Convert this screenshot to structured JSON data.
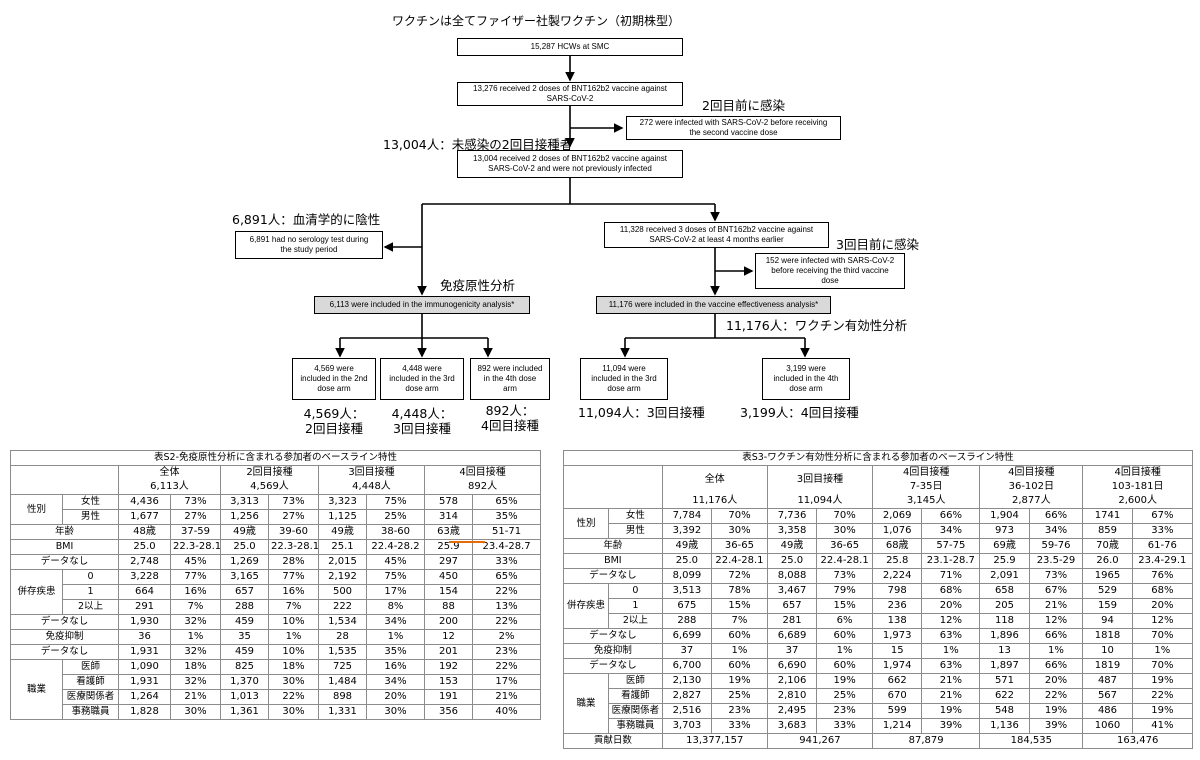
{
  "flow": {
    "header": "ワクチンは全てファイザー社製ワクチン（初期株型）",
    "box1": "15,287 HCWs at SMC",
    "box2": "13,276 received 2 doses of BNT162b2 vaccine against\nSARS-CoV-2",
    "box_excl1": "272 were infected with SARS-CoV-2 before receiving\nthe second vaccine dose",
    "box3": "13,004 received 2 doses of BNT162b2 vaccine against\nSARS-CoV-2 and were not previously infected",
    "box_noserology": "6,891 had no serology test during\nthe study period",
    "box_3dose": "11,328 received 3 doses of BNT162b2 vaccine against\nSARS-CoV-2 at least 4 months earlier",
    "box_excl2": "152 were infected with SARS-CoV-2\nbefore receiving the third vaccine\ndose",
    "box_immuno": "6,113 were included in the immunogenicity analysis*",
    "box_ve": "11,176 were included in the vaccine effectiveness analysis*",
    "arm_2nd": "4,569 were\nincluded in the 2nd\ndose arm",
    "arm_3rd_i": "4,448 were\nincluded in the 3rd\ndose arm",
    "arm_4th_i": "892 were included\nin the 4th dose\narm",
    "arm_3rd_v": "11,094 were\nincluded in the 3rd\ndose arm",
    "arm_4th_v": "3,199 were\nincluded in the 4th\ndose arm",
    "jp_infect2": "2回目前に感染",
    "jp_13004": "13,004人：未感染の2回目接種者",
    "jp_6891": "6,891人：血清学的に陰性",
    "jp_infect3": "3回目前に感染",
    "jp_immuno": "免疫原性分析",
    "jp_11176": "11,176人：ワクチン有効性分析",
    "jp_arm1": "4,569人：\n2回目接種",
    "jp_arm2": "4,448人：\n3回目接種",
    "jp_arm3": "892人：\n4回目接種",
    "jp_arm4": "11,094人：3回目接種",
    "jp_arm5": "3,199人：4回目接種"
  },
  "tableS2": {
    "title": "表S2-免疫原性分析に含まれる参加者のベースライン特性",
    "groups": [
      "全体",
      "2回目接種",
      "3回目接種",
      "4回目接種"
    ],
    "ns": [
      "6,113人",
      "4,569人",
      "4,448人",
      "892人"
    ],
    "rows": [
      {
        "cat": "性別",
        "sub": "女性",
        "v": [
          "4,436",
          "73%",
          "3,313",
          "73%",
          "3,323",
          "75%",
          "578",
          "65%"
        ]
      },
      {
        "cat": "",
        "sub": "男性",
        "v": [
          "1,677",
          "27%",
          "1,256",
          "27%",
          "1,125",
          "25%",
          "314",
          "35%"
        ]
      },
      {
        "cat": "年齢",
        "sub": "",
        "v": [
          "48歳",
          "37-59",
          "49歳",
          "39-60",
          "49歳",
          "38-60",
          "63歳",
          "51-71"
        ]
      },
      {
        "cat": "BMI",
        "sub": "",
        "v": [
          "25.0",
          "22.3-28.1",
          "25.0",
          "22.3-28.1",
          "25.1",
          "22.4-28.2",
          "25.9",
          "23.4-28.7"
        ]
      },
      {
        "cat": "データなし",
        "sub": "",
        "v": [
          "2,748",
          "45%",
          "1,269",
          "28%",
          "2,015",
          "45%",
          "297",
          "33%"
        ]
      },
      {
        "cat": "併存疾患",
        "sub": "0",
        "v": [
          "3,228",
          "77%",
          "3,165",
          "77%",
          "2,192",
          "75%",
          "450",
          "65%"
        ]
      },
      {
        "cat": "",
        "sub": "1",
        "v": [
          "664",
          "16%",
          "657",
          "16%",
          "500",
          "17%",
          "154",
          "22%"
        ]
      },
      {
        "cat": "",
        "sub": "2以上",
        "v": [
          "291",
          "7%",
          "288",
          "7%",
          "222",
          "8%",
          "88",
          "13%"
        ]
      },
      {
        "cat": "データなし",
        "sub": "",
        "v": [
          "1,930",
          "32%",
          "459",
          "10%",
          "1,534",
          "34%",
          "200",
          "22%"
        ]
      },
      {
        "cat": "免疫抑制",
        "sub": "",
        "v": [
          "36",
          "1%",
          "35",
          "1%",
          "28",
          "1%",
          "12",
          "2%"
        ]
      },
      {
        "cat": "データなし",
        "sub": "",
        "v": [
          "1,931",
          "32%",
          "459",
          "10%",
          "1,535",
          "35%",
          "201",
          "23%"
        ]
      },
      {
        "cat": "職業",
        "sub": "医師",
        "v": [
          "1,090",
          "18%",
          "825",
          "18%",
          "725",
          "16%",
          "192",
          "22%"
        ]
      },
      {
        "cat": "",
        "sub": "看護師",
        "v": [
          "1,931",
          "32%",
          "1,370",
          "30%",
          "1,484",
          "34%",
          "153",
          "17%"
        ]
      },
      {
        "cat": "",
        "sub": "医療関係者",
        "v": [
          "1,264",
          "21%",
          "1,013",
          "22%",
          "898",
          "20%",
          "191",
          "21%"
        ]
      },
      {
        "cat": "",
        "sub": "事務職員",
        "v": [
          "1,828",
          "30%",
          "1,361",
          "30%",
          "1,331",
          "30%",
          "356",
          "40%"
        ]
      }
    ]
  },
  "tableS3": {
    "title": "表S3-ワクチン有効性分析に含まれる参加者のベースライン特性",
    "groups": [
      "全体",
      "3回目接種",
      "4回目接種",
      "4回目接種",
      "4回目接種"
    ],
    "periods": [
      "",
      "",
      "7-35日",
      "36-102日",
      "103-181日"
    ],
    "ns": [
      "11,176人",
      "11,094人",
      "3,145人",
      "2,877人",
      "2,600人"
    ],
    "rows": [
      {
        "cat": "性別",
        "sub": "女性",
        "v": [
          "7,784",
          "70%",
          "7,736",
          "70%",
          "2,069",
          "66%",
          "1,904",
          "66%",
          "1741",
          "67%"
        ]
      },
      {
        "cat": "",
        "sub": "男性",
        "v": [
          "3,392",
          "30%",
          "3,358",
          "30%",
          "1,076",
          "34%",
          "973",
          "34%",
          "859",
          "33%"
        ]
      },
      {
        "cat": "年齢",
        "sub": "",
        "v": [
          "49歳",
          "36-65",
          "49歳",
          "36-65",
          "68歳",
          "57-75",
          "69歳",
          "59-76",
          "70歳",
          "61-76"
        ]
      },
      {
        "cat": "BMI",
        "sub": "",
        "v": [
          "25.0",
          "22.4-28.1",
          "25.0",
          "22.4-28.1",
          "25.8",
          "23.1-28.7",
          "25.9",
          "23.5-29",
          "26.0",
          "23.4-29.1"
        ]
      },
      {
        "cat": "データなし",
        "sub": "",
        "v": [
          "8,099",
          "72%",
          "8,088",
          "73%",
          "2,224",
          "71%",
          "2,091",
          "73%",
          "1965",
          "76%"
        ]
      },
      {
        "cat": "併存疾患",
        "sub": "0",
        "v": [
          "3,513",
          "78%",
          "3,467",
          "79%",
          "798",
          "68%",
          "658",
          "67%",
          "529",
          "68%"
        ]
      },
      {
        "cat": "",
        "sub": "1",
        "v": [
          "675",
          "15%",
          "657",
          "15%",
          "236",
          "20%",
          "205",
          "21%",
          "159",
          "20%"
        ]
      },
      {
        "cat": "",
        "sub": "2以上",
        "v": [
          "288",
          "7%",
          "281",
          "6%",
          "138",
          "12%",
          "118",
          "12%",
          "94",
          "12%"
        ]
      },
      {
        "cat": "データなし",
        "sub": "",
        "v": [
          "6,699",
          "60%",
          "6,689",
          "60%",
          "1,973",
          "63%",
          "1,896",
          "66%",
          "1818",
          "70%"
        ]
      },
      {
        "cat": "免疫抑制",
        "sub": "",
        "v": [
          "37",
          "1%",
          "37",
          "1%",
          "15",
          "1%",
          "13",
          "1%",
          "10",
          "1%"
        ]
      },
      {
        "cat": "データなし",
        "sub": "",
        "v": [
          "6,700",
          "60%",
          "6,690",
          "60%",
          "1,974",
          "63%",
          "1,897",
          "66%",
          "1819",
          "70%"
        ]
      },
      {
        "cat": "職業",
        "sub": "医師",
        "v": [
          "2,130",
          "19%",
          "2,106",
          "19%",
          "662",
          "21%",
          "571",
          "20%",
          "487",
          "19%"
        ]
      },
      {
        "cat": "",
        "sub": "看護師",
        "v": [
          "2,827",
          "25%",
          "2,810",
          "25%",
          "670",
          "21%",
          "622",
          "22%",
          "567",
          "22%"
        ]
      },
      {
        "cat": "",
        "sub": "医療関係者",
        "v": [
          "2,516",
          "23%",
          "2,495",
          "23%",
          "599",
          "19%",
          "548",
          "19%",
          "486",
          "19%"
        ]
      },
      {
        "cat": "",
        "sub": "事務職員",
        "v": [
          "3,703",
          "33%",
          "3,683",
          "33%",
          "1,214",
          "39%",
          "1,136",
          "39%",
          "1060",
          "41%"
        ]
      }
    ],
    "footer_label": "貢献日数",
    "footer_values": [
      "13,377,157",
      "941,267",
      "87,879",
      "184,535",
      "163,476"
    ]
  },
  "colors": {
    "highlight_underline": "#e46c0a",
    "grey_box": "#d9d9d9",
    "border": "#8c8c8c"
  }
}
